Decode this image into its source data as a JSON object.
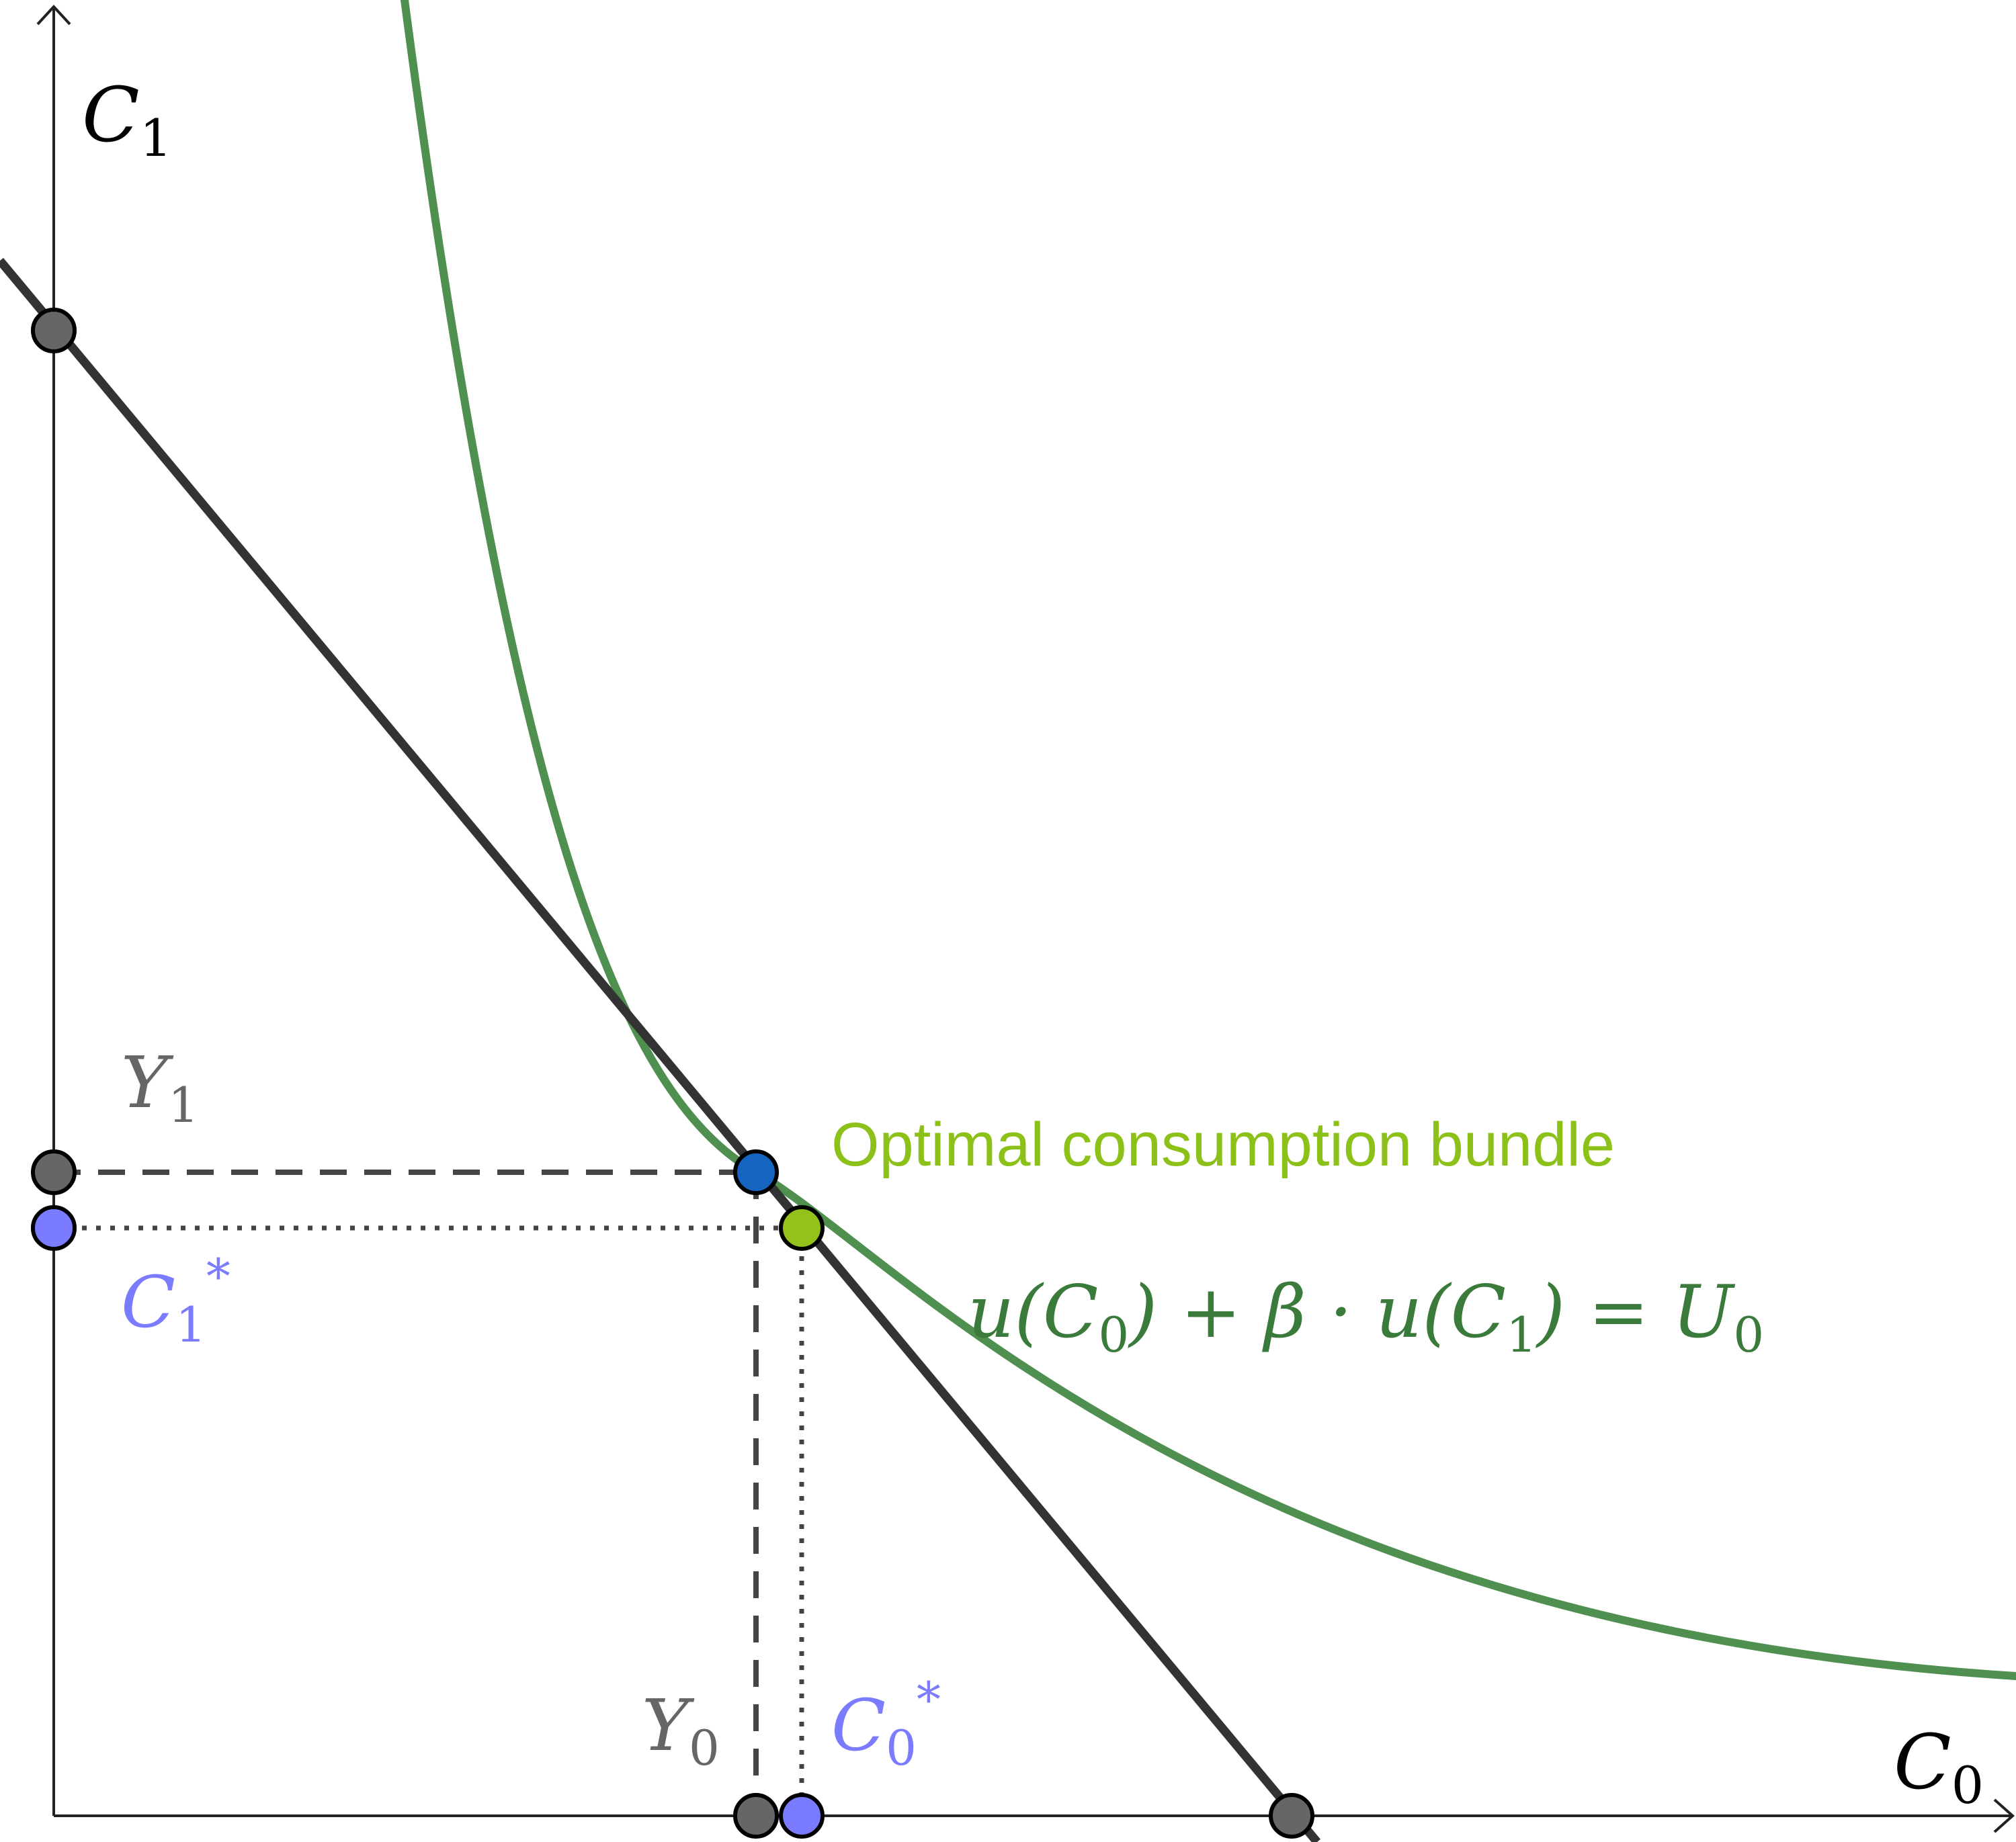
{
  "axes": {
    "x_label": {
      "main": "C",
      "sub": "0"
    },
    "y_label": {
      "main": "C",
      "sub": "1"
    }
  },
  "labels": {
    "y1": {
      "main": "Y",
      "sub": "1"
    },
    "y0": {
      "main": "Y",
      "sub": "0"
    },
    "c1_star": {
      "main": "C",
      "sub": "1",
      "sup": "*"
    },
    "c0_star": {
      "main": "C",
      "sub": "0",
      "sup": "*"
    },
    "optimal": "Optimal consumption bundle",
    "utility_equation": {
      "part1": "u(C",
      "sub1": "0",
      "part2": ") + β · u(C",
      "sub2": "1",
      "part3": ") = U",
      "sub3": "0"
    }
  },
  "colors": {
    "axis": "#222222",
    "budget_line": "#333333",
    "indifference_curve": "#4f8f4f",
    "equation_text": "#3a7a3a",
    "gray_point": "#666666",
    "gray_text": "#666666",
    "endowment_point": "#1565c0",
    "optimal_point": "#94c11a",
    "optimal_text": "#8cc11a",
    "star_point": "#7b7bff",
    "star_text": "#7b7bff",
    "guide_line": "#444444"
  }
}
